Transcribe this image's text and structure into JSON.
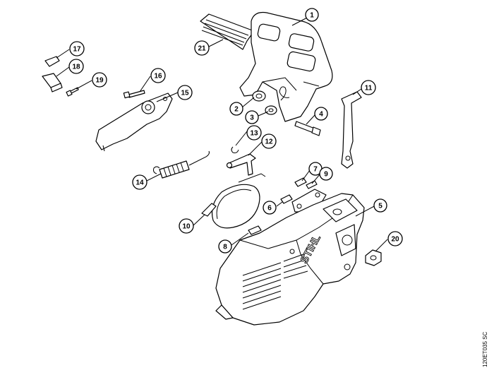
{
  "diagram": {
    "brand_text": "STIHL",
    "drawing_code": "120ET035 SC",
    "callouts": [
      {
        "id": "1",
        "label": "1"
      },
      {
        "id": "2",
        "label": "2"
      },
      {
        "id": "3",
        "label": "3"
      },
      {
        "id": "4",
        "label": "4"
      },
      {
        "id": "5",
        "label": "5"
      },
      {
        "id": "6",
        "label": "6"
      },
      {
        "id": "7",
        "label": "7"
      },
      {
        "id": "8",
        "label": "8"
      },
      {
        "id": "9",
        "label": "9"
      },
      {
        "id": "10",
        "label": "10"
      },
      {
        "id": "11",
        "label": "11"
      },
      {
        "id": "12",
        "label": "12"
      },
      {
        "id": "13",
        "label": "13"
      },
      {
        "id": "14",
        "label": "14"
      },
      {
        "id": "15",
        "label": "15"
      },
      {
        "id": "16",
        "label": "16"
      },
      {
        "id": "17",
        "label": "17"
      },
      {
        "id": "18",
        "label": "18"
      },
      {
        "id": "19",
        "label": "19"
      },
      {
        "id": "20",
        "label": "20"
      },
      {
        "id": "21",
        "label": "21"
      }
    ]
  }
}
